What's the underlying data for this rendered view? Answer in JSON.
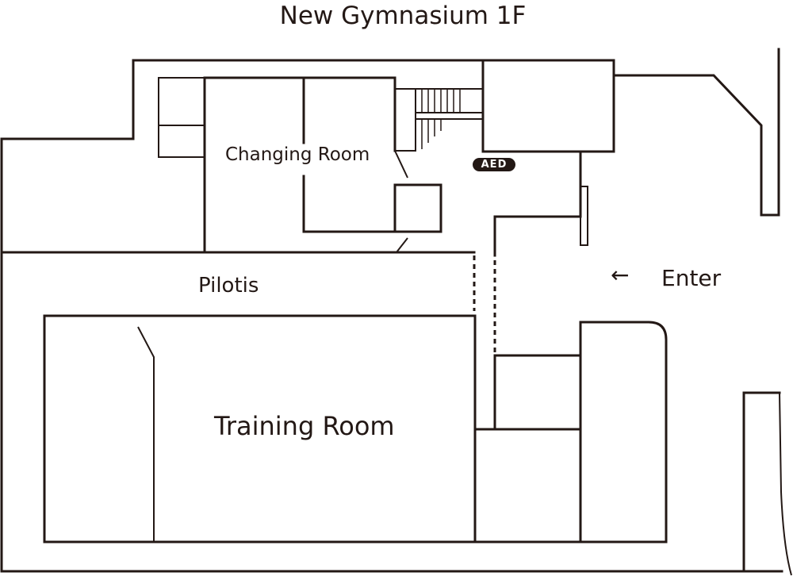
{
  "map": {
    "title": "New Gymnasium 1F",
    "rooms": {
      "changing_room": "Changing Room",
      "pilotis": "Pilotis",
      "training_room": "Training Room"
    },
    "markers": {
      "aed": "AED",
      "entrance_label": "Enter",
      "entrance_arrow": "←"
    },
    "colors": {
      "line": "#231815",
      "background": "#ffffff",
      "aed_badge": "#231815",
      "aed_text": "#ffffff"
    }
  }
}
